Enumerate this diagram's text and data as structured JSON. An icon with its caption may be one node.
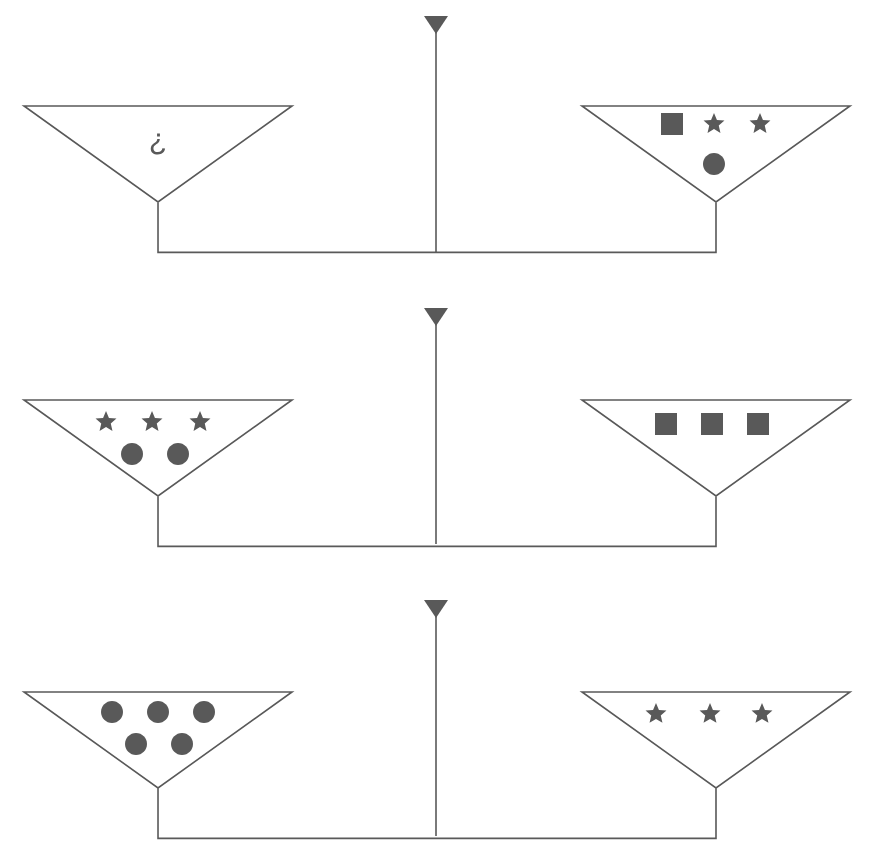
{
  "diagram": {
    "nodes": [
      {
        "text": [
          "¿"
        ]
      },
      {
        "text": [],
        "shape": "triangle"
      },
      {
        "text": [],
        "shape": "triangle"
      },
      {
        "text": [],
        "shape": "triangle"
      },
      {
        "text": [],
        "shape": "triangle"
      },
      {
        "text": [],
        "shape": "triangle"
      }
    ],
    "edges": [
      {
        "from": 0,
        "to": 1,
        "arrow": "none"
      },
      {
        "from": 2,
        "to": 3,
        "arrow": "none"
      },
      {
        "from": 4,
        "to": 5,
        "arrow": "none"
      }
    ]
  }
}
